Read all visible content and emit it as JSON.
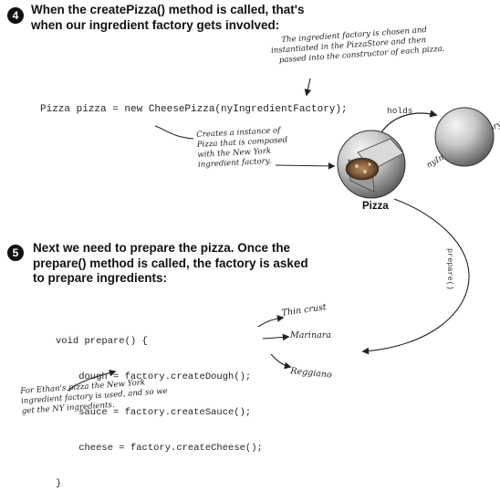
{
  "step4": {
    "number": "4",
    "heading_line1": "When the createPizza() method is called, that's",
    "heading_line2": "when our ingredient factory gets involved:"
  },
  "note_factory": {
    "line1": "The ingredient factory is chosen and",
    "line2": "instantiated in the PizzaStore and then",
    "line3": "passed into the constructor of each pizza."
  },
  "code_new_pizza": "Pizza pizza = new CheesePizza(nyIngredientFactory);",
  "note_creates": {
    "line1": "Creates a instance of",
    "line2": "Pizza that is composed",
    "line3": "with the New York",
    "line4": "ingredient factory."
  },
  "holds_label": "holds",
  "pizza_label": "Pizza",
  "factory_label": "nyIngredientFactory",
  "prepare_label": "prepare()",
  "step5": {
    "number": "5",
    "heading_line1": "Next we need to prepare the pizza.  Once the",
    "heading_line2": "prepare() method is called, the factory is asked",
    "heading_line3": "to prepare ingredients:"
  },
  "code_prepare": {
    "line1": "void prepare() {",
    "line2": "    dough = factory.createDough();",
    "line3": "    sauce = factory.createSauce();",
    "line4": "    cheese = factory.createCheese();",
    "line5": "}"
  },
  "ingredients": {
    "dough": "Thin crust",
    "sauce": "Marinara",
    "cheese": "Reggiano"
  },
  "note_ethan": {
    "line1": "For Ethan's pizza the New York",
    "line2": "ingredient factory is used, and so we",
    "line3": "get the NY ingredients."
  }
}
